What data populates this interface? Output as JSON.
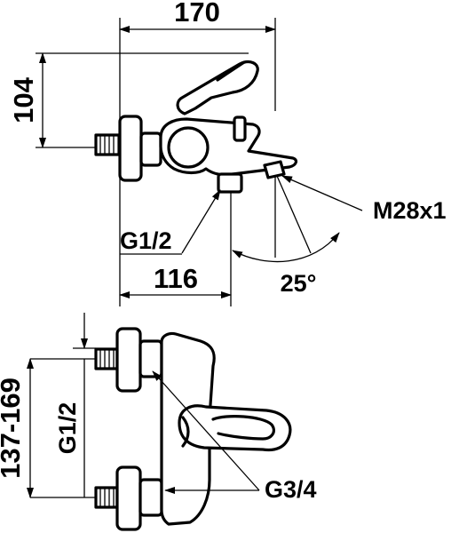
{
  "top_view": {
    "dim_width": "170",
    "dim_height": "104",
    "dim_outlet_offset": "116",
    "label_inlet_thread": "G1/2",
    "label_outlet_thread": "M28x1",
    "label_angle": "25°"
  },
  "front_view": {
    "dim_centres": "137-169",
    "label_inlet_thread": "G1/2",
    "label_body_thread": "G3/4"
  }
}
